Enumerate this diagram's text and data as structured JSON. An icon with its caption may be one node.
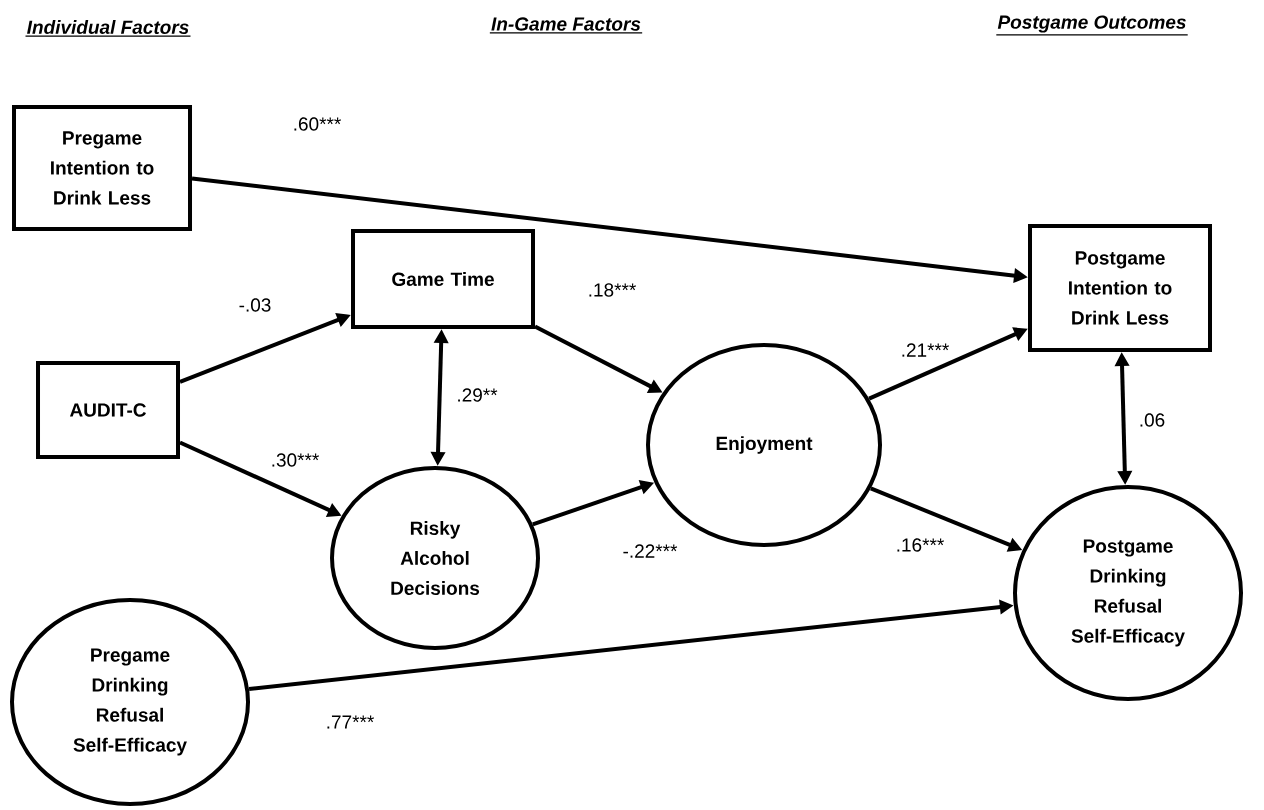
{
  "diagram": {
    "nodes": [
      {
        "text": [
          "Pregame Intention to Drink Less"
        ]
      },
      {
        "text": [
          "Game Time"
        ]
      },
      {
        "text": [
          "AUDIT-C"
        ]
      },
      {
        "text": [
          "Risky Alcohol Decisions"
        ]
      },
      {
        "text": [
          "Enjoyment"
        ]
      },
      {
        "text": [
          "Postgame Intention to Drink Less"
        ]
      },
      {
        "text": [
          "Postgame Drinking Refusal Self-Efficacy"
        ]
      },
      {
        "text": [
          "Pregame Drinking Refusal Self-Efficacy"
        ]
      }
    ],
    "edges": [
      {
        "from": 0,
        "to": 5,
        "arrow": "to",
        "label": ".60***"
      },
      {
        "from": 2,
        "to": 1,
        "arrow": "to",
        "label": "-.03"
      },
      {
        "from": 2,
        "to": 3,
        "arrow": "to",
        "label": ".30***"
      },
      {
        "from": 1,
        "to": 3,
        "arrow": "both",
        "label": ".29**"
      },
      {
        "from": 1,
        "to": 4,
        "arrow": "to",
        "label": ".18***"
      },
      {
        "from": 3,
        "to": 4,
        "arrow": "to",
        "label": "-.22***"
      },
      {
        "from": 4,
        "to": 5,
        "arrow": "to",
        "label": ".21***"
      },
      {
        "from": 4,
        "to": 6,
        "arrow": "to",
        "label": ".16***"
      },
      {
        "from": 5,
        "to": 6,
        "arrow": "both",
        "label": ".06"
      },
      {
        "from": 7,
        "to": 6,
        "arrow": "to",
        "label": ".77***"
      }
    ],
    "labels": [
      "Individual Factors",
      "In-Game Factors",
      "Postgame Outcomes"
    ]
  }
}
